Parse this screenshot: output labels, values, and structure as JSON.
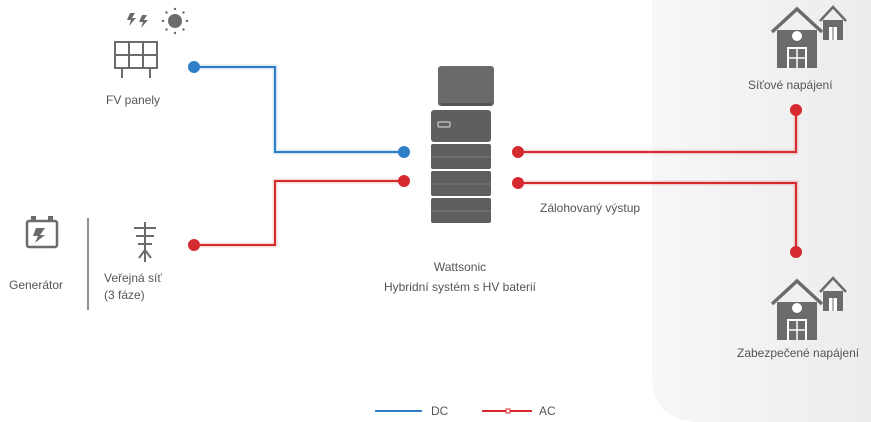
{
  "labels": {
    "pv_panels": "FV panely",
    "generator": "Generátor",
    "public_grid_line1": "Veřejná síť",
    "public_grid_line2": "(3 fáze)",
    "system_name": "Wattsonic",
    "system_desc": "Hybridní systém s HV baterií",
    "backup_output": "Zálohovaný výstup",
    "grid_supply": "Síťové napájení",
    "secured_supply": "Zabezpečené napájení"
  },
  "legend": {
    "dc": "DC",
    "ac": "AC"
  },
  "colors": {
    "dc": "#2f7fc8",
    "ac": "#d42a30",
    "icon": "#6b6b6b",
    "panel_bg": "#f1f1f1"
  },
  "icons": [
    "solar-panel-icon",
    "sun-icon",
    "lightning-icon",
    "generator-icon",
    "power-pole-icon",
    "inverter-battery-icon",
    "house-icon"
  ]
}
